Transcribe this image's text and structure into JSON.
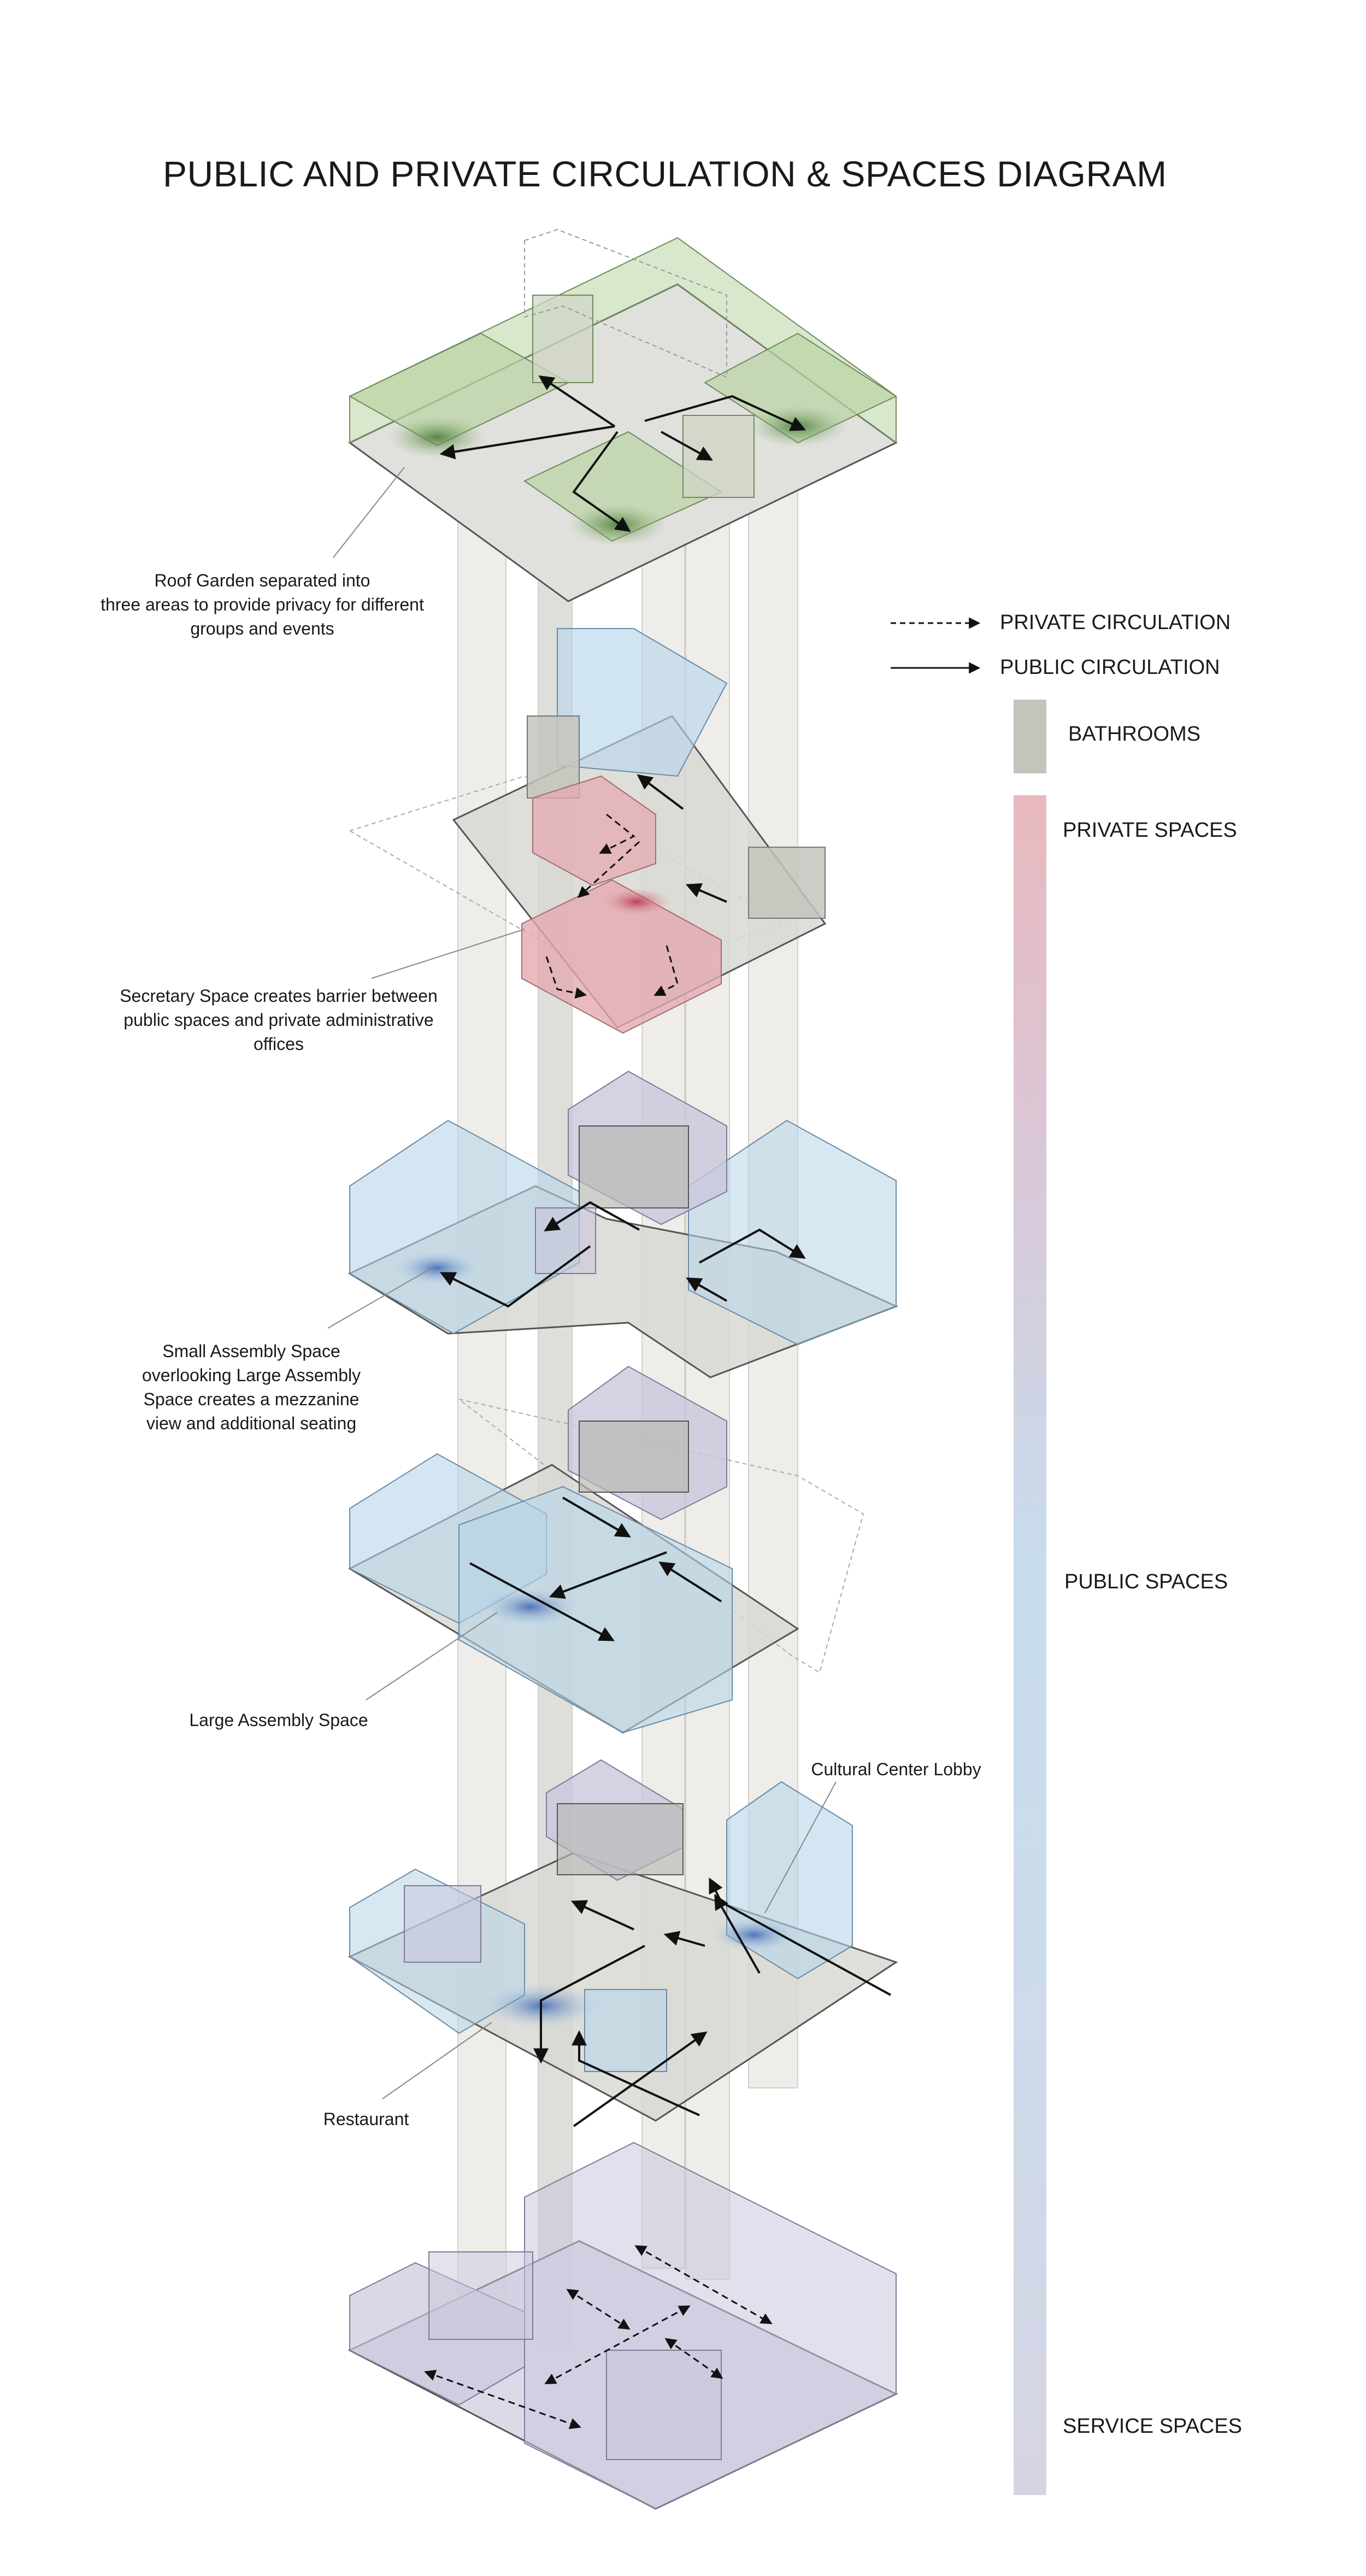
{
  "title": "PUBLIC AND PRIVATE CIRCULATION & SPACES DIAGRAM",
  "colors": {
    "roof_green": "#b9d3a4",
    "private_red": "#e4a9b0",
    "public_blue": "#b8d5ea",
    "service_purple": "#c9c7dc",
    "bathroom_gray": "#c4c4bd",
    "slab_gray": "#d8d8d4",
    "core_gray": "#ecebe6"
  },
  "legend": {
    "private_circulation": "PRIVATE CIRCULATION",
    "public_circulation": "PUBLIC CIRCULATION",
    "bathrooms": "BATHROOMS",
    "private_spaces": "PRIVATE SPACES",
    "public_spaces": "PUBLIC SPACES",
    "service_spaces": "SERVICE SPACES"
  },
  "annotations": {
    "roof_garden": "Roof Garden separated into\nthree areas to provide privacy for different\ngroups and events",
    "secretary_space": "Secretary Space creates barrier between\npublic spaces and private administrative\noffices",
    "small_assembly": "Small Assembly Space\noverlooking Large Assembly\nSpace creates a mezzanine\nview and additional seating",
    "large_assembly": "Large Assembly Space",
    "cultural_lobby": "Cultural Center Lobby",
    "restaurant": "Restaurant"
  }
}
